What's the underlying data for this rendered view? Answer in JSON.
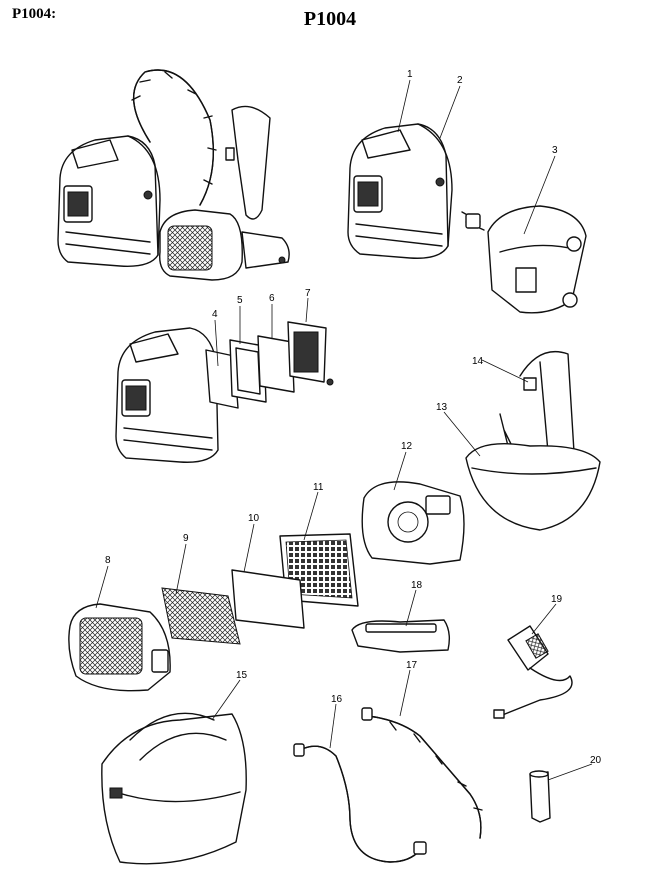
{
  "header": {
    "code_left": "P1004:",
    "title": "P1004"
  },
  "callouts": [
    {
      "id": "c1",
      "label": "1"
    },
    {
      "id": "c2",
      "label": "2"
    },
    {
      "id": "c3",
      "label": "3"
    },
    {
      "id": "c4",
      "label": "4"
    },
    {
      "id": "c5",
      "label": "5"
    },
    {
      "id": "c6",
      "label": "6"
    },
    {
      "id": "c7",
      "label": "7"
    },
    {
      "id": "c8",
      "label": "8"
    },
    {
      "id": "c9",
      "label": "9"
    },
    {
      "id": "c10",
      "label": "10"
    },
    {
      "id": "c11",
      "label": "11"
    },
    {
      "id": "c12",
      "label": "12"
    },
    {
      "id": "c13",
      "label": "13"
    },
    {
      "id": "c14",
      "label": "14"
    },
    {
      "id": "c15",
      "label": "15"
    },
    {
      "id": "c16",
      "label": "16"
    },
    {
      "id": "c17",
      "label": "17"
    },
    {
      "id": "c18",
      "label": "18"
    },
    {
      "id": "c19",
      "label": "19"
    },
    {
      "id": "c20",
      "label": "20"
    }
  ]
}
